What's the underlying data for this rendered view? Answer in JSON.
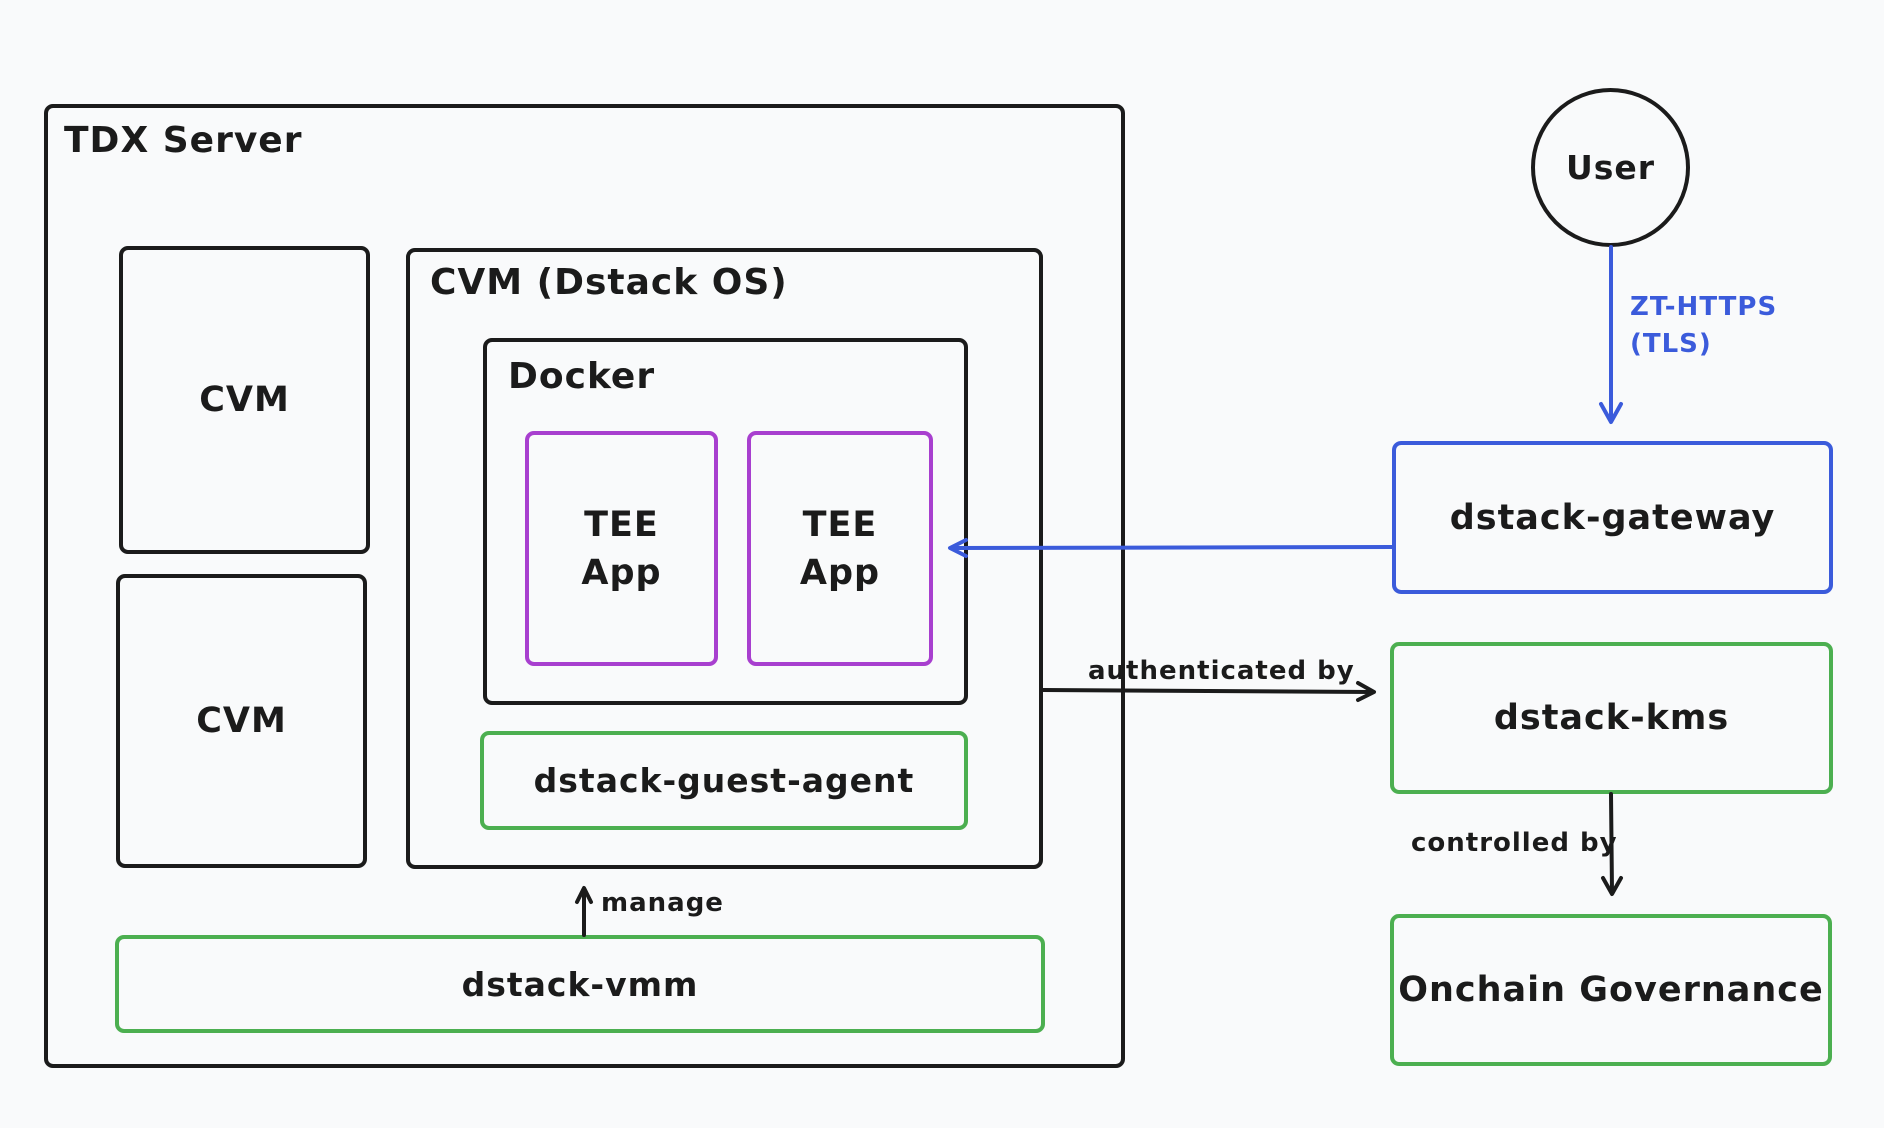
{
  "tdx_server": {
    "title": "TDX Server"
  },
  "cvm_left": [
    {
      "label": "CVM"
    },
    {
      "label": "CVM"
    }
  ],
  "cvm_main": {
    "title": "CVM (Dstack OS)"
  },
  "docker": {
    "title": "Docker"
  },
  "tee_apps": [
    {
      "line1": "TEE",
      "line2": "App"
    },
    {
      "line1": "TEE",
      "line2": "App"
    }
  ],
  "guest_agent": {
    "label": "dstack-guest-agent"
  },
  "vmm": {
    "label": "dstack-vmm"
  },
  "user": {
    "label": "User"
  },
  "gateway": {
    "label": "dstack-gateway"
  },
  "kms": {
    "label": "dstack-kms"
  },
  "governance": {
    "label": "Onchain Governance"
  },
  "edges": {
    "user_to_gateway_line1": "ZT-HTTPS",
    "user_to_gateway_line2": "(TLS)",
    "authenticated": "authenticated by",
    "controlled": "controlled by",
    "manage": "manage"
  },
  "colors": {
    "black": "#1b1b1b",
    "green": "#4caf50",
    "blue": "#3b5bdb",
    "purple": "#a83fcf",
    "background": "#f9fafb"
  }
}
